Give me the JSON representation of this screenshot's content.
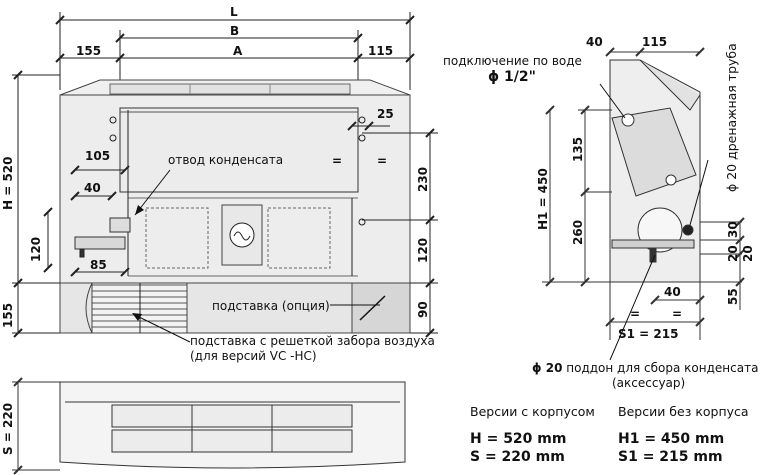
{
  "dims": {
    "L": "L",
    "B": "B",
    "A": "A",
    "d155_top": "155",
    "d115_top": "115",
    "d25": "25",
    "d105": "105",
    "d40": "40",
    "d85": "85",
    "d120": "120",
    "d230": "230",
    "d120_right": "120",
    "d90": "90",
    "H": "H = 520",
    "d155_left": "155",
    "S": "S = 220",
    "r40_top": "40",
    "r115": "115",
    "r135": "135",
    "H1": "H1 = 450",
    "r260": "260",
    "r30": "30",
    "r20a": "20",
    "r20b": "20",
    "r40_bottom": "40",
    "r55": "55",
    "eq1": "=",
    "eq2": "=",
    "eq3": "=",
    "eq4": "=",
    "S1": "S1 = 215"
  },
  "notes": {
    "water": "подключение по воде",
    "water_size": "ϕ  1/2\"",
    "drain_pipe": "ϕ 20  дренажная труба",
    "condensate_out": "отвод конденсата",
    "stand": "подставка (опция)",
    "stand_grille_1": "подставка с решеткой забора воздуха",
    "stand_grille_2": "(для версий VC -HC)",
    "tray_1_prefix": "ϕ 20",
    "tray_1": " поддон для сбора конденсата",
    "tray_2": "(аксессуар)"
  },
  "legend": {
    "with_case": "Версии с корпусом",
    "without_case": "Версии без корпуса",
    "h_value": "H = 520 mm",
    "s_value": "S = 220 mm",
    "h1_value": "H1 = 450 mm",
    "s1_value": "S1 = 215 mm"
  }
}
